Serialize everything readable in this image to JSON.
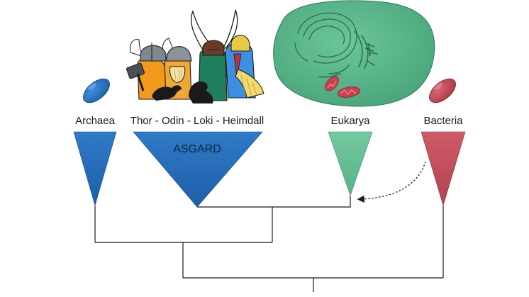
{
  "labels": {
    "archaea": "Archaea",
    "asgard_members": "Thor - Odin - Loki - Heimdall",
    "eukarya": "Eukarya",
    "bacteria": "Bacteria",
    "asgard": "ASGARD"
  },
  "colors": {
    "archaea": "#2f7ac8",
    "asgard": "#2f7ac8",
    "eukarya": "#6cc39a",
    "bacteria": "#c4505f",
    "cell_body": "#5fb98f",
    "organelle": "#2e7a55",
    "mitochondria": "#c8404c",
    "tree_line": "#1a1a1a"
  },
  "icons": {
    "archaea": "archaea-cell-icon",
    "asgard": "norse-helmets-illustration",
    "eukarya": "eukaryotic-cell-illustration",
    "bacteria": "bacteria-cell-icon"
  }
}
